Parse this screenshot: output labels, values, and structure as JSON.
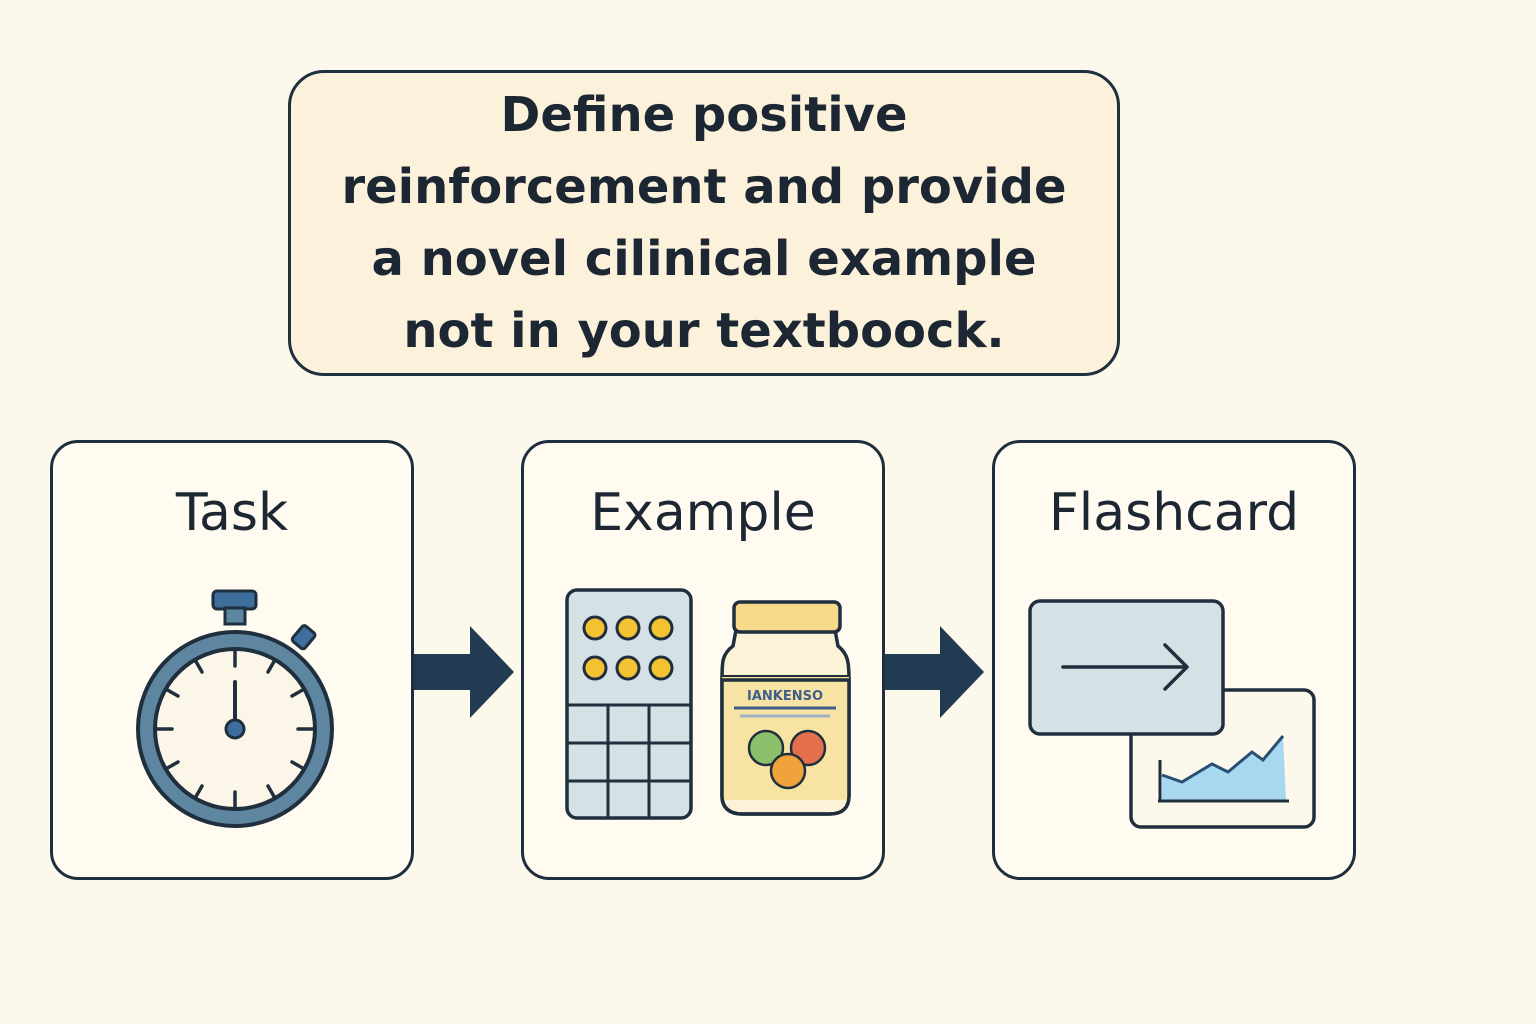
{
  "prompt": {
    "text": "Define positive reinforcement and provide a novel cilinical example not in your textboock."
  },
  "panels": [
    {
      "title": "Task",
      "icon": "stopwatch-icon"
    },
    {
      "title": "Example",
      "icon": "token-board-and-reward-jar-icon",
      "jar_label": "IANKENSO"
    },
    {
      "title": "Flashcard",
      "icon": "flashcards-icon"
    }
  ],
  "colors": {
    "background": "#fdf8ec",
    "outline": "#1f2f3d",
    "arrow": "#223a52",
    "prompt_fill": "#fcf2dc",
    "stopwatch_ring": "#5f86a0",
    "card_fill": "#d6e1e6",
    "token_yellow": "#f2c230",
    "jar_fill": "#f7e3a4",
    "chart_fill": "#a8d8ef"
  }
}
